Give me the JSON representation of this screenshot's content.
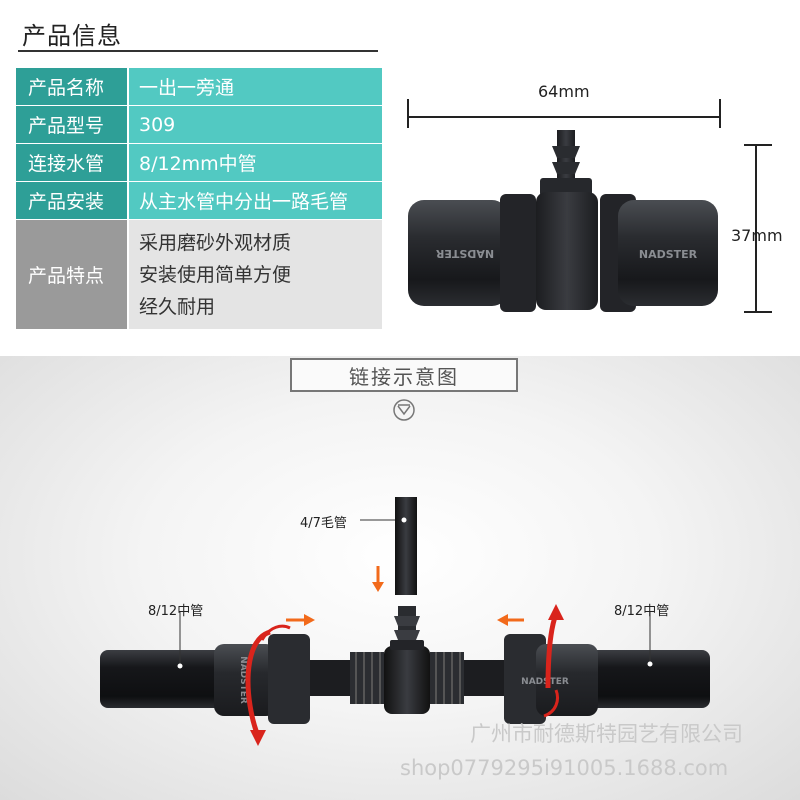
{
  "header": {
    "title": "产品信息"
  },
  "spec": {
    "name_key": "产品名称",
    "name_val": "一出一旁通",
    "model_key": "产品型号",
    "model_val": "309",
    "pipe_key": "连接水管",
    "pipe_val": "8/12mm中管",
    "install_key": "产品安装",
    "install_val": "从主水管中分出一路毛管",
    "feature_key": "产品特点",
    "features": [
      "采用磨砂外观材质",
      "安装使用简单方便",
      "经久耐用"
    ]
  },
  "product": {
    "brand": "NADSTER",
    "width_label": "64mm",
    "height_label": "37mm"
  },
  "diagram": {
    "title": "链接示意图",
    "capillary_label": "4/7毛管",
    "left_pipe_label": "8/12中管",
    "right_pipe_label": "8/12中管"
  },
  "watermark": {
    "company": "广州市耐德斯特园艺有限公司",
    "shop": "shop0779295i91005.1688.com"
  },
  "colors": {
    "teal_dark": "#2e9f97",
    "teal_light": "#52c9c2",
    "arrow_orange": "#f26a1b",
    "rotate_red": "#d9241c"
  }
}
